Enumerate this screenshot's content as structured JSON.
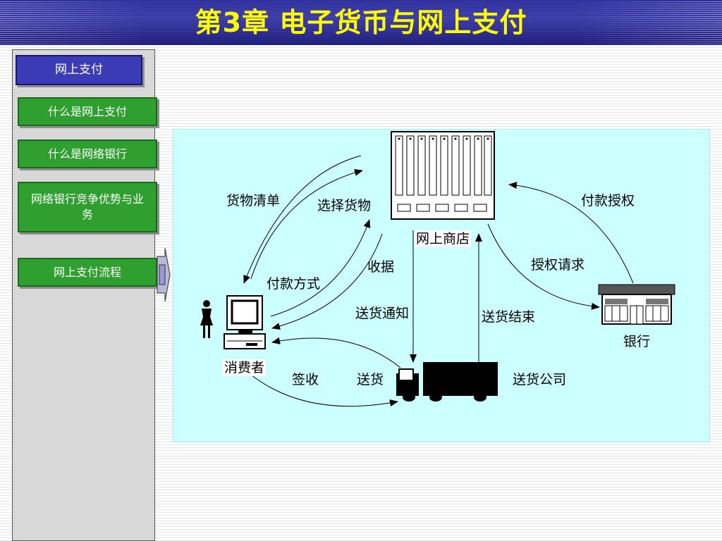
{
  "title": "第3章 电子货币与网上支付",
  "sidebar": {
    "header": "网上支付",
    "items": [
      {
        "label": "什么是网上支付"
      },
      {
        "label": "什么是网络银行"
      },
      {
        "label": "网络银行竞争优势与业务"
      },
      {
        "label": "网上支付流程"
      }
    ]
  },
  "diagram": {
    "nodes": {
      "store": "网上商店",
      "consumer": "消费者",
      "bank": "银行",
      "shipping": "送货公司"
    },
    "edges": {
      "goods_list": "货物清单",
      "select_goods": "选择货物",
      "payment_method": "付款方式",
      "receipt": "收据",
      "payment_auth": "付款授权",
      "auth_request": "授权请求",
      "delivery_notice": "送货通知",
      "delivery_done": "送货结束",
      "sign": "签收",
      "deliver": "送货"
    }
  },
  "colors": {
    "title_bar": "#2e2e9c",
    "title_text": "#ffff00",
    "nav_header": "#3b3bb5",
    "nav_button": "#2fa02f",
    "diagram_bg": "#ccffff"
  }
}
